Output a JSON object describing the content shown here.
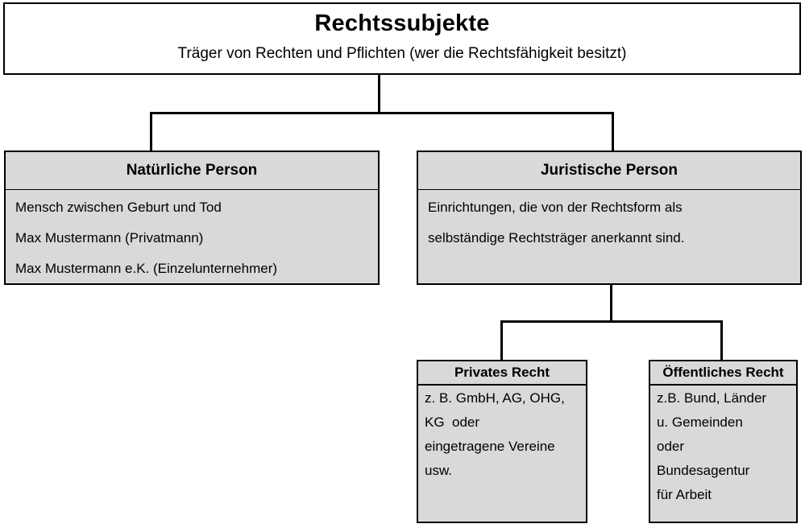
{
  "root": {
    "title": "Rechtssubjekte",
    "subtitle": "Träger von Rechten und Pflichten (wer die Rechtsfähigkeit besitzt)"
  },
  "natural_person": {
    "title": "Natürliche Person",
    "lines": [
      "Mensch zwischen Geburt und Tod",
      "Max Mustermann (Privatmann)",
      "Max Mustermann e.K. (Einzelunternehmer)"
    ]
  },
  "legal_person": {
    "title": "Juristische Person",
    "lines": [
      "Einrichtungen, die von der Rechtsform als",
      "selbständige Rechtsträger anerkannt sind."
    ]
  },
  "private_law": {
    "title": "Privates Recht",
    "lines": [
      "z. B. GmbH, AG, OHG,",
      "KG  oder",
      "eingetragene Vereine",
      "usw."
    ]
  },
  "public_law": {
    "title": "Öffentliches Recht",
    "lines": [
      "z.B. Bund, Länder",
      "u. Gemeinden",
      "oder",
      "Bundesagentur",
      "für Arbeit"
    ]
  },
  "colors": {
    "node_fill": "#d9d9d9",
    "root_fill": "#ffffff",
    "border": "#000000",
    "connector": "#000000"
  }
}
